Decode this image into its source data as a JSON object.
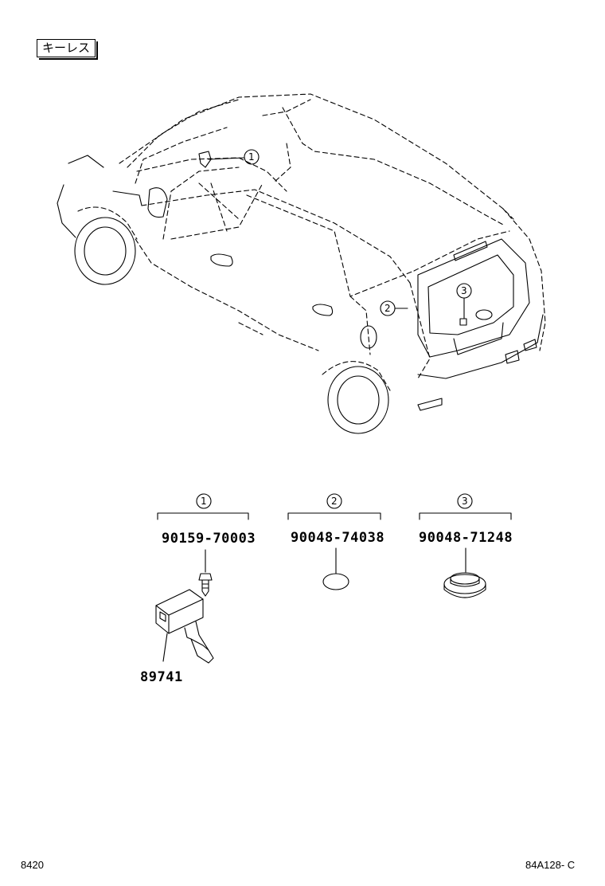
{
  "diagram": {
    "tag_label": "キーレス",
    "callouts": [
      {
        "number": "1",
        "part_number": "90159-70003"
      },
      {
        "number": "2",
        "part_number": "90048-74038"
      },
      {
        "number": "3",
        "part_number": "90048-71248"
      }
    ],
    "component_part_number": "89741",
    "footer_left": "8420",
    "footer_right": "84A128- C"
  }
}
